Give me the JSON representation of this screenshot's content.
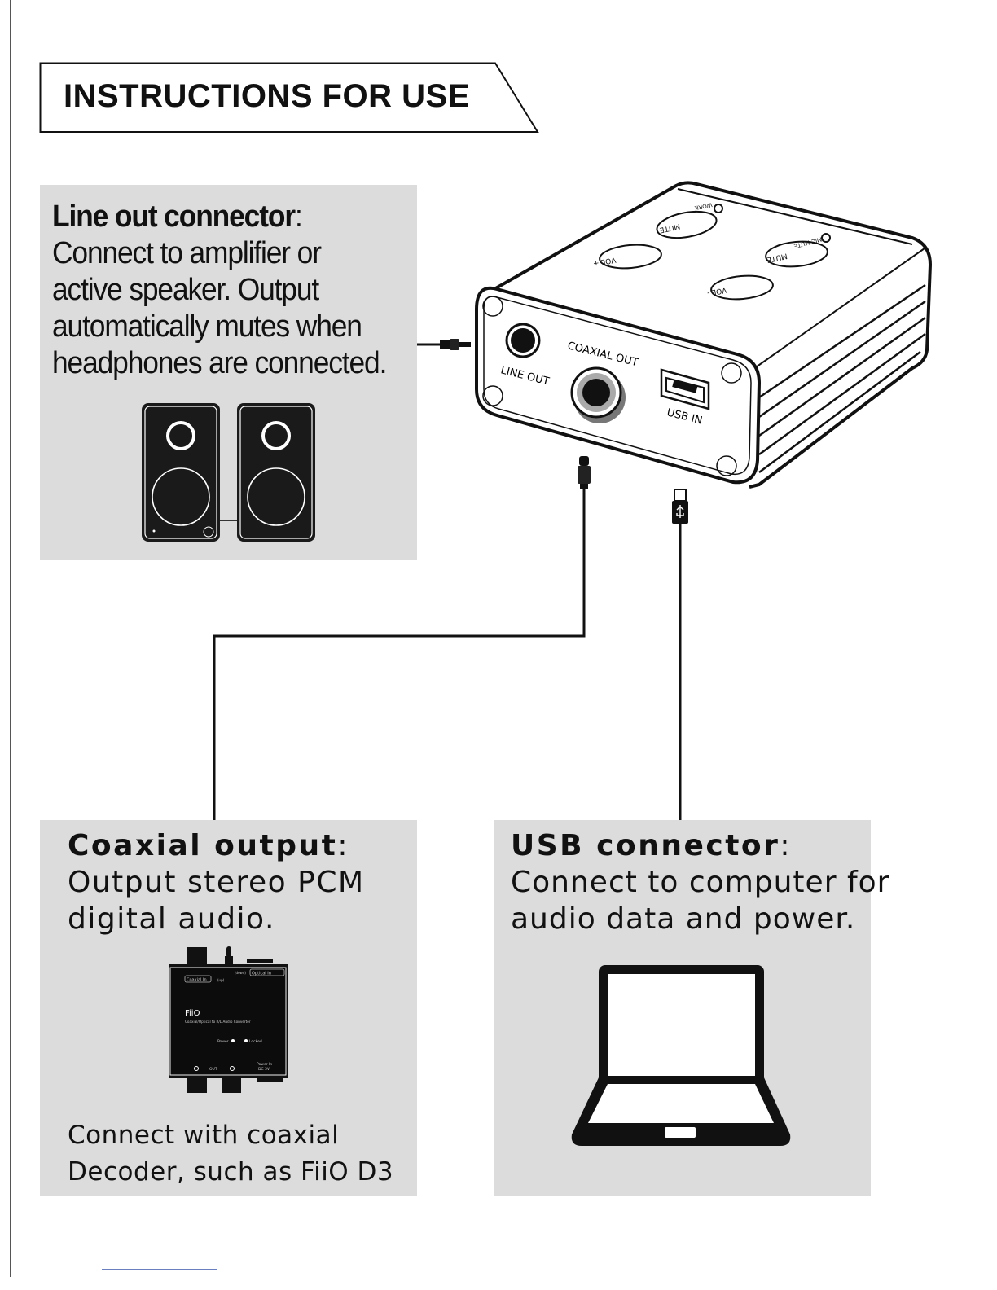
{
  "header": {
    "title": "INSTRUCTIONS FOR USE"
  },
  "line_out": {
    "heading": "Line out connector",
    "colon": ":",
    "lines": [
      "Connect to amplifier or",
      "active speaker. Output",
      "automatically mutes when",
      "headphones are connected."
    ]
  },
  "coaxial": {
    "heading": "Coaxial output",
    "colon": ":",
    "lines": [
      "Output stereo PCM",
      "digital audio."
    ],
    "footer_lines": [
      "Connect with coaxial",
      "Decoder, such as FiiO D3"
    ]
  },
  "usb": {
    "heading": "USB connector",
    "colon": ":",
    "lines": [
      "Connect to computer for",
      "audio data and power."
    ]
  },
  "device": {
    "port_labels": {
      "line_out": "LINE OUT",
      "coaxial_out": "COAXIAL OUT",
      "usb_in": "USB IN"
    },
    "button_labels": {
      "mute": "MUTE",
      "vol_up": "VOL +",
      "vol_down": "VOL -",
      "work": "WORK",
      "mic_mute": "MIC MUTE"
    }
  },
  "decoder": {
    "brand": "FiiO",
    "subtitle": "Coaxial/Optical to R/L Audio Converter",
    "labels": {
      "coaxial_in": "Coaxial In",
      "optical_in": "Optical In",
      "down": "(down)",
      "up": "(up)",
      "power": "Power",
      "locked": "Locked",
      "out": "OUT",
      "power_in": "Power In",
      "dc": "DC 5V"
    }
  },
  "colors": {
    "panel": "#dcdcdc",
    "ink": "#111111"
  }
}
